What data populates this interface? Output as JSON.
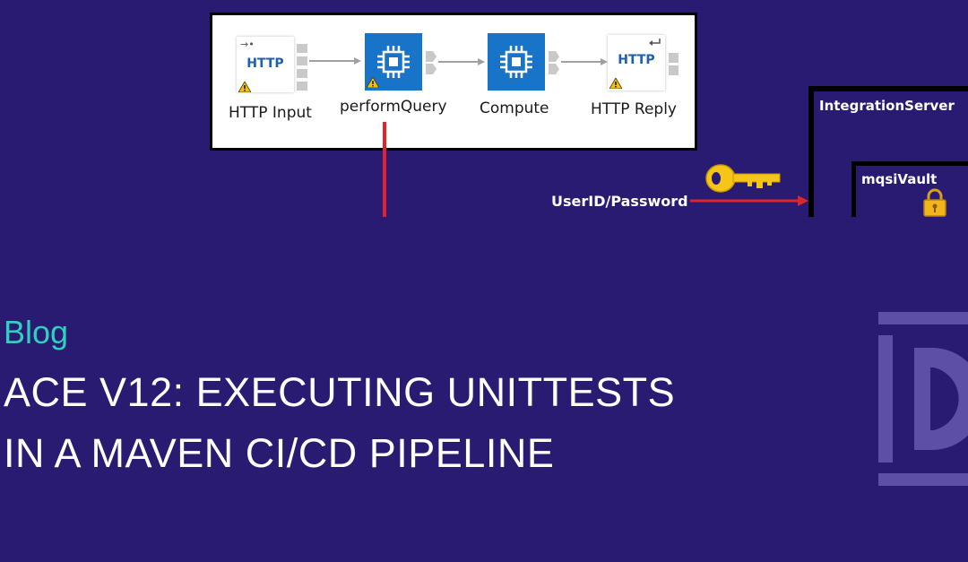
{
  "flow": {
    "nodes": [
      {
        "label": "HTTP Input",
        "icon_text": "HTTP",
        "icon": "http-input-icon"
      },
      {
        "label": "performQuery",
        "icon": "chip-icon"
      },
      {
        "label": "Compute",
        "icon": "chip-icon"
      },
      {
        "label": "HTTP Reply",
        "icon_text": "HTTP",
        "icon": "http-reply-icon"
      }
    ]
  },
  "security": {
    "credentials_label": "UserID/Password",
    "server_label": "IntegrationServer",
    "vault_label": "mqsiVault"
  },
  "article": {
    "category": "Blog",
    "title_line1": "ACE V12: EXECUTING UNITTESTS",
    "title_line2": "IN A MAVEN CI/CD PIPELINE"
  },
  "colors": {
    "background": "#291b72",
    "category": "#2fd0c0",
    "title": "#ffffff",
    "arrow": "#e0242c",
    "key": "#f5c518",
    "node_blue": "#1874c9"
  },
  "icons": [
    "http-input-icon",
    "chip-icon",
    "http-reply-icon",
    "warning-icon",
    "key-icon",
    "padlock-icon",
    "brand-logo"
  ]
}
